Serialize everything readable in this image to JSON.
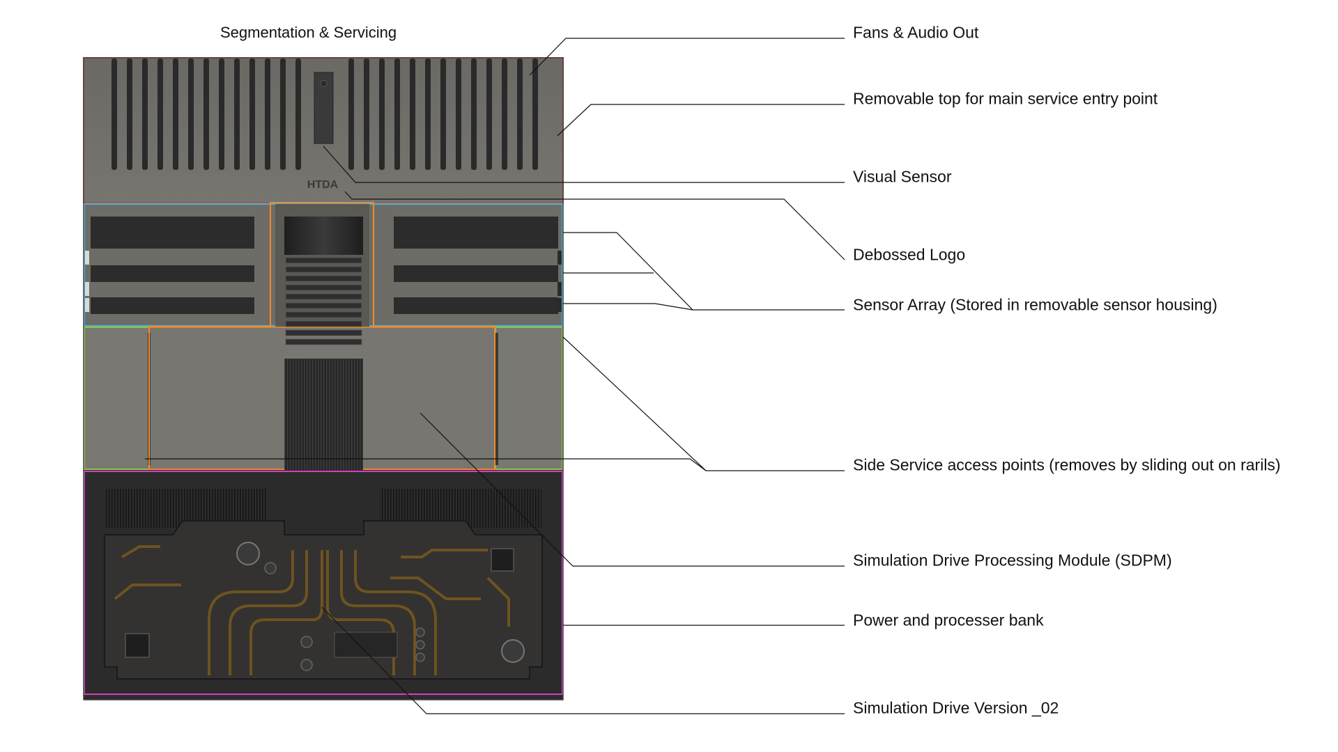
{
  "title": "Segmentation & Servicing",
  "logo_text": "HTDA",
  "colors": {
    "top_outline": "#d9413a",
    "sensor_outline": "#47b8d8",
    "center_outline": "#f08a2a",
    "side_outline": "#8cc63f",
    "bottom_outline": "#d63fbf",
    "casing": "#6e6c66",
    "dark_panel": "#2a2a2a",
    "trace": "#7a5a1e"
  },
  "callouts": [
    {
      "id": "fans",
      "text": "Fans & Audio Out"
    },
    {
      "id": "top",
      "text": "Removable top for main service entry point"
    },
    {
      "id": "visual",
      "text": "Visual Sensor"
    },
    {
      "id": "logo",
      "text": "Debossed Logo"
    },
    {
      "id": "sensor",
      "text": "Sensor Array (Stored in removable sensor housing)"
    },
    {
      "id": "side",
      "text": "Side Service access points (removes by sliding out on rarils)"
    },
    {
      "id": "sdpm",
      "text": "Simulation Drive Processing Module (SDPM)"
    },
    {
      "id": "power",
      "text": "Power and processer bank"
    },
    {
      "id": "version",
      "text": "Simulation Drive Version _02"
    }
  ]
}
